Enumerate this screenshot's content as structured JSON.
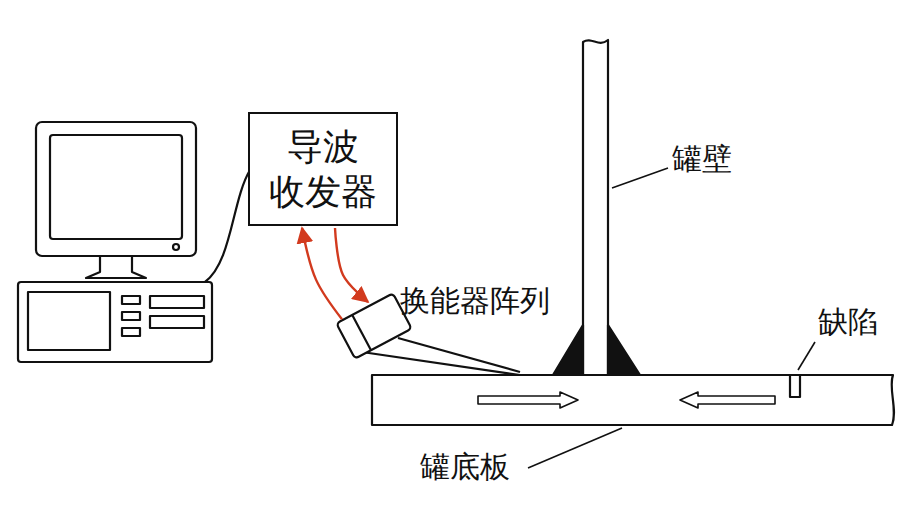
{
  "diagram": {
    "nodes": [
      {
        "text": [
          "导波 收发器"
        ]
      },
      {
        "text": [
          "换能器阵列"
        ]
      }
    ],
    "edges": [
      {
        "from": 0,
        "to": 1,
        "arrow": "to"
      },
      {
        "from": 1,
        "to": 0,
        "arrow": "to"
      }
    ],
    "labels": [
      "罐壁",
      "缺陷",
      "罐底板"
    ]
  }
}
